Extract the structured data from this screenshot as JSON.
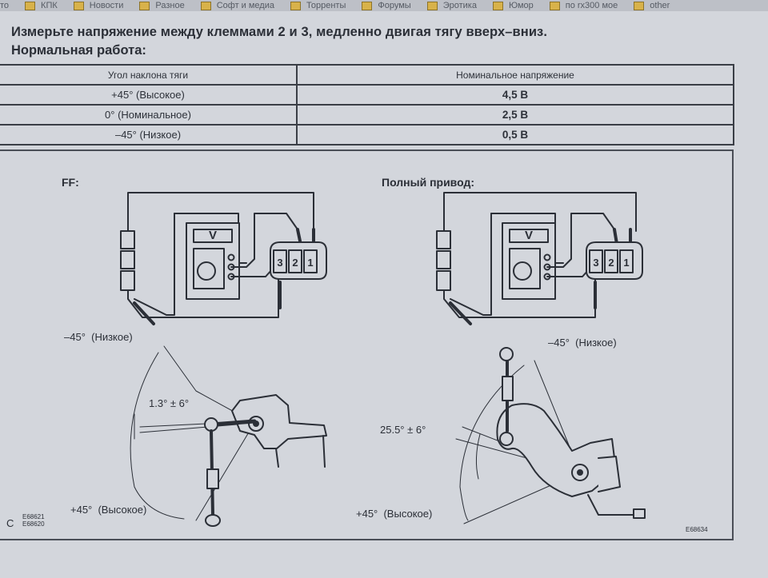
{
  "bookmarks": [
    {
      "label": "то",
      "icon": "folder-icon"
    },
    {
      "label": "КПК",
      "icon": "folder-icon"
    },
    {
      "label": "Новости",
      "icon": "folder-icon"
    },
    {
      "label": "Разное",
      "icon": "folder-icon"
    },
    {
      "label": "Софт и медиа",
      "icon": "folder-icon"
    },
    {
      "label": "Торренты",
      "icon": "folder-icon"
    },
    {
      "label": "Форумы",
      "icon": "folder-icon"
    },
    {
      "label": "Эротика",
      "icon": "folder-icon"
    },
    {
      "label": "Юмор",
      "icon": "folder-icon"
    },
    {
      "label": "по rx300 мое",
      "icon": "folder-icon"
    },
    {
      "label": "other",
      "icon": "folder-icon"
    }
  ],
  "doc": {
    "instruction": "Измерьте напряжение между клеммами 2 и 3, медленно двигая тягу вверх–вниз.",
    "subtitle": "Нормальная работа:",
    "table": {
      "headers": [
        "Угол наклона тяги",
        "Номинальное напряжение"
      ],
      "rows": [
        {
          "angle": "+45° (Высокое)",
          "voltage": "4,5 В"
        },
        {
          "angle": "0° (Номинальное)",
          "voltage": "2,5 В"
        },
        {
          "angle": "–45° (Низкое)",
          "voltage": "0,5 В"
        }
      ]
    }
  },
  "figure": {
    "left": {
      "title": "FF:",
      "meter_label": "V",
      "terminals": [
        "3",
        "2",
        "1"
      ],
      "low_label": "–45°  (Низкое)",
      "tolerance": "1.3° ± 6°",
      "high_label": "+45°  (Высокое)"
    },
    "right": {
      "title": "Полный привод:",
      "meter_label": "V",
      "terminals": [
        "3",
        "2",
        "1"
      ],
      "low_label": "–45°  (Низкое)",
      "tolerance": "25.5° ± 6°",
      "high_label": "+45°  (Высокое)"
    },
    "corner_letter": "C",
    "code_left_1": "E68621",
    "code_left_2": "E68620",
    "code_right": "E68634"
  },
  "colors": {
    "background": "#d3d6dc",
    "ink": "#2b2f37",
    "bookmark_folder": "#d8b24a"
  }
}
